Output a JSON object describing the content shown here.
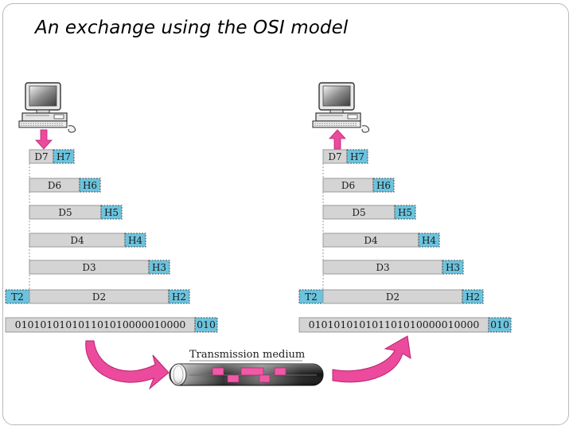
{
  "title": "An exchange using the OSI model",
  "sender": {
    "layers": [
      {
        "data": "D7",
        "header": "H7"
      },
      {
        "data": "D6",
        "header": "H6"
      },
      {
        "data": "D5",
        "header": "H5"
      },
      {
        "data": "D4",
        "header": "H4"
      },
      {
        "data": "D3",
        "header": "H3"
      },
      {
        "data": "D2",
        "header": "H2",
        "trailer": "T2"
      }
    ],
    "bits": "010101010101101010000010000",
    "bits_tail": "010"
  },
  "receiver": {
    "layers": [
      {
        "data": "D7",
        "header": "H7"
      },
      {
        "data": "D6",
        "header": "H6"
      },
      {
        "data": "D5",
        "header": "H5"
      },
      {
        "data": "D4",
        "header": "H4"
      },
      {
        "data": "D3",
        "header": "H3"
      },
      {
        "data": "D2",
        "header": "H2",
        "trailer": "T2"
      }
    ],
    "bits": "010101010101101010000010000",
    "bits_tail": "010"
  },
  "medium_label": "Transmission medium",
  "colors": {
    "header": "#6cc3dd",
    "data": "#d4d4d4",
    "arrow": "#ec4a9c"
  },
  "icons": [
    "computer-icon",
    "down-arrow-icon",
    "up-arrow-icon",
    "curved-arrow-icon",
    "cable-icon"
  ]
}
